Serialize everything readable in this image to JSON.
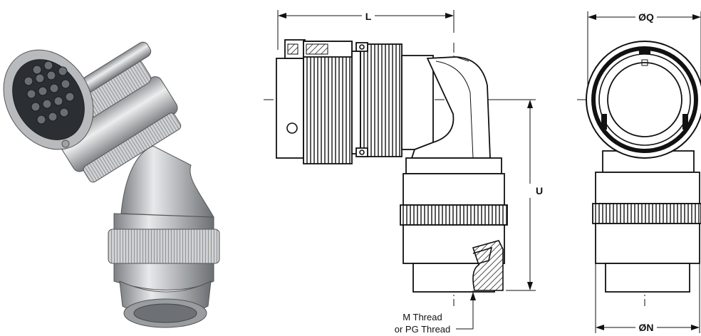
{
  "dimensions": {
    "L": "L",
    "U": "U",
    "Q": "ØQ",
    "N": "ØN"
  },
  "thread_note": {
    "line1": "M Thread",
    "line2": "or PG Thread"
  },
  "colors": {
    "line": "#111111",
    "background": "#ffffff",
    "metal_light": "#d9dadc",
    "metal_dark": "#6b6e72",
    "insert": "#2b2f33"
  }
}
